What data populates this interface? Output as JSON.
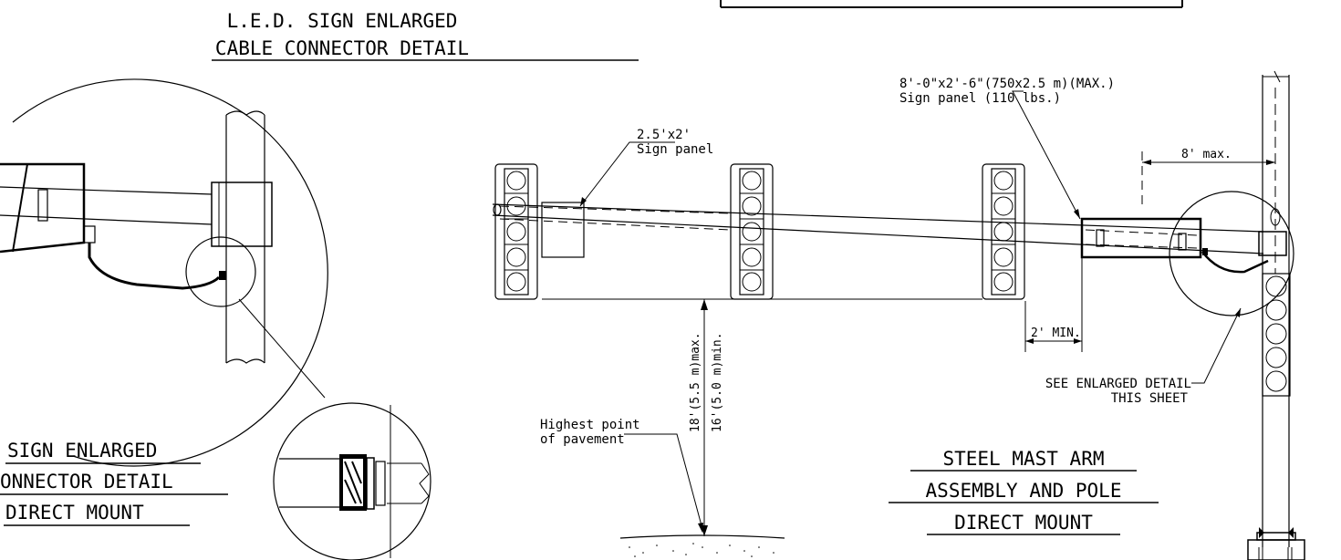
{
  "titles": {
    "top_line1": "L.E.D. SIGN ENLARGED",
    "top_line2": "CABLE CONNECTOR DETAIL",
    "left_line1": "SIGN ENLARGED",
    "left_line2": "ONNECTOR DETAIL",
    "left_line3": "DIRECT MOUNT",
    "right_line1": "STEEL MAST ARM",
    "right_line2": "ASSEMBLY AND POLE",
    "right_line3": "DIRECT MOUNT"
  },
  "callouts": {
    "small_sign_size": "2.5'x2'",
    "small_sign_label": "Sign panel",
    "large_sign_size": "8'-0\"x2'-6\"(750x2.5 m)(MAX.)",
    "large_sign_label": "Sign panel (110 lbs.)",
    "max_offset": "8' max.",
    "min_spacing": "2' MIN.",
    "clearance_max": "18'(5.5 m)max.",
    "clearance_min": "16'(5.0 m)min.",
    "pavement_line1": "Highest point",
    "pavement_line2": "of pavement",
    "see_detail_line1": "SEE ENLARGED DETAIL",
    "see_detail_line2": "THIS SHEET"
  }
}
